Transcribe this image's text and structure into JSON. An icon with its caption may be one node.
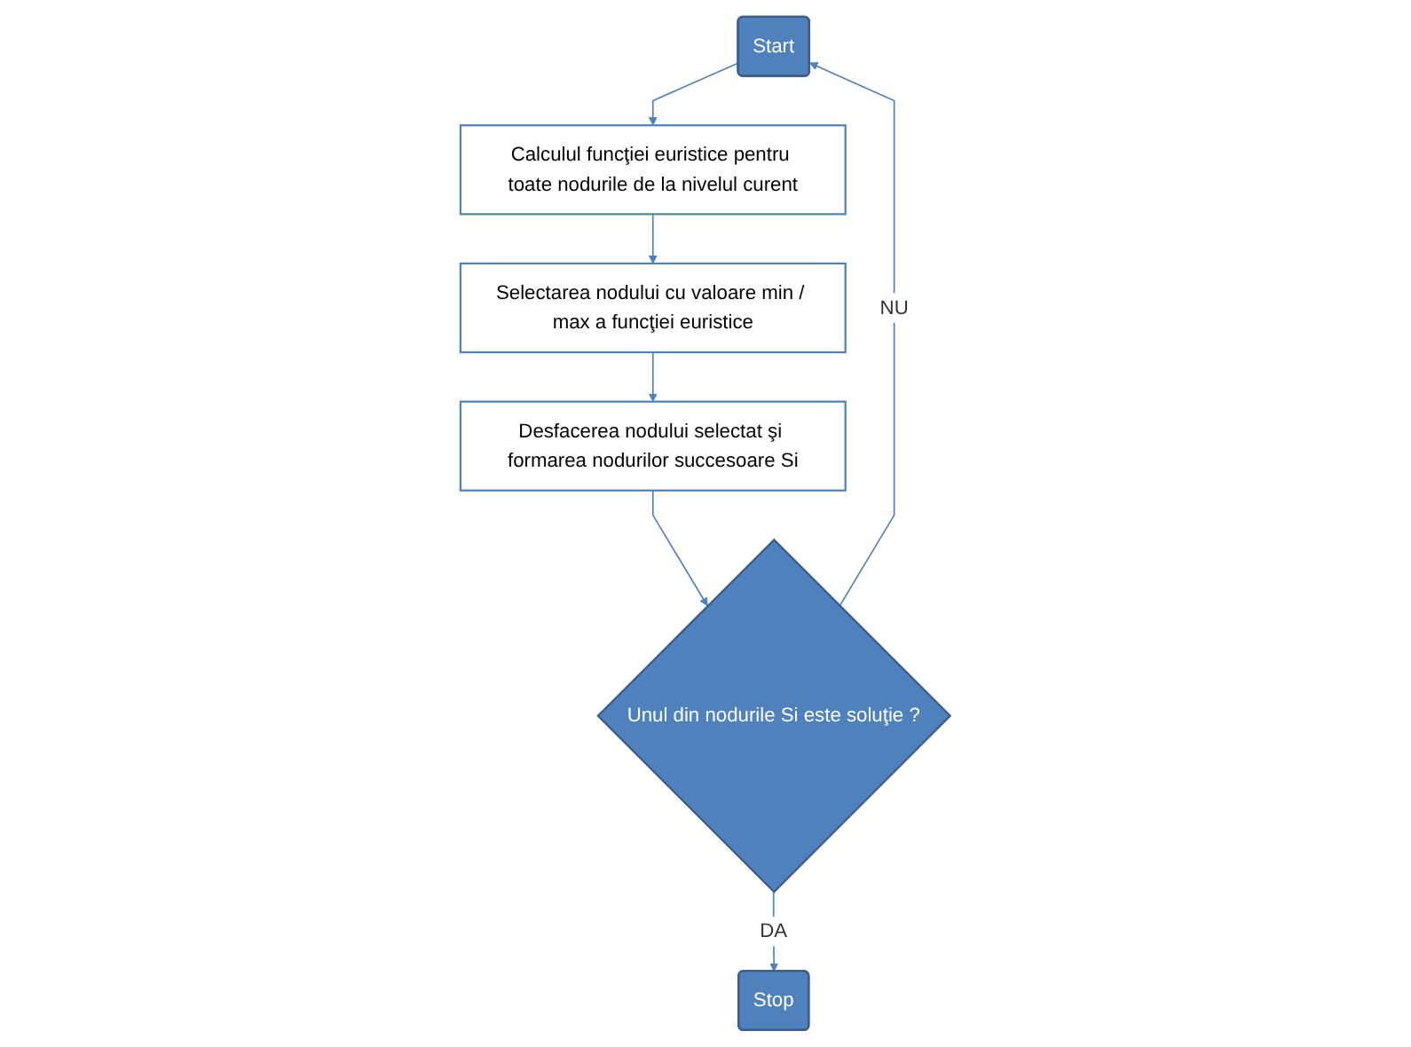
{
  "diagram": {
    "nodes": [
      {
        "text": [
          "Start"
        ]
      },
      {
        "text": [
          "Calculul funcţiei euristice pentru toate nodurile de la nivelul curent"
        ]
      },
      {
        "text": [
          "Selectarea nodului cu valoare min / max a funcţiei euristice"
        ]
      },
      {
        "text": [
          "Desfacerea nodului selectat şi formarea nodurilor succesoare Si"
        ]
      },
      {
        "text": [
          "Unul din nodurile Si este soluţie ?"
        ]
      },
      {
        "text": [
          "Stop"
        ]
      }
    ],
    "edges": [
      {
        "from": 0,
        "to": 1,
        "arrow": "to"
      },
      {
        "from": 1,
        "to": 2,
        "arrow": "to"
      },
      {
        "from": 2,
        "to": 3,
        "arrow": "to"
      },
      {
        "from": 3,
        "to": 4,
        "arrow": "to"
      },
      {
        "from": 4,
        "to": 0,
        "arrow": "to",
        "label": "NU"
      },
      {
        "from": 4,
        "to": 5,
        "arrow": "to",
        "label": "DA"
      }
    ]
  }
}
